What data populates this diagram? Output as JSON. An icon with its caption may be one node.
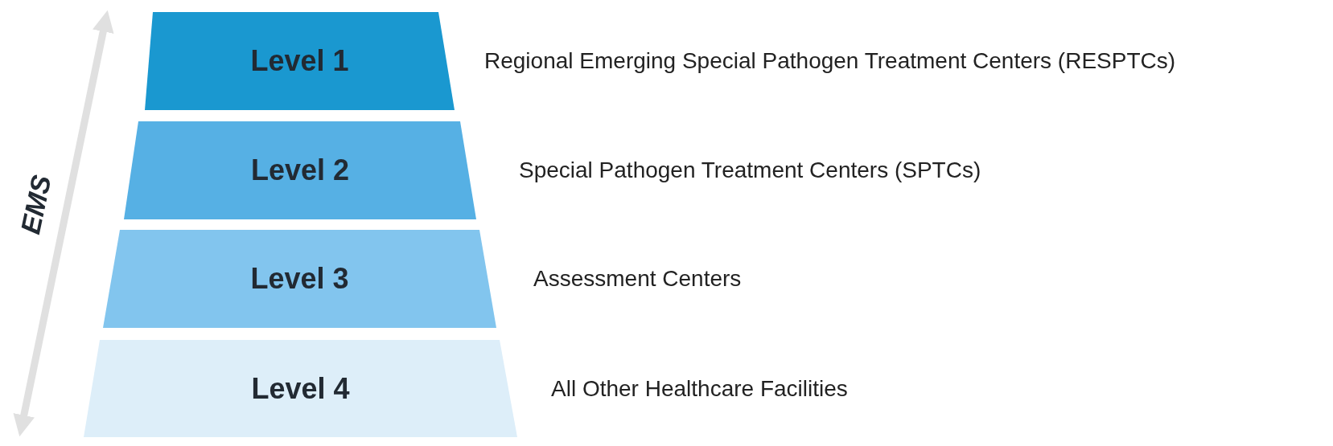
{
  "diagram": {
    "nodes": [
      {
        "text": [
          "Level 1"
        ],
        "beside": [
          "Regional Emerging Special Pathogen Treatment Centers (RESPTCs)"
        ]
      },
      {
        "text": [
          "Level 2"
        ],
        "beside": [
          "Special Pathogen Treatment Centers (SPTCs)"
        ]
      },
      {
        "text": [
          "Level 3"
        ],
        "beside": [
          "Assessment Centers"
        ]
      },
      {
        "text": [
          "Level 4"
        ],
        "beside": [
          "All Other Healthcare Facilities"
        ]
      }
    ],
    "labels": [
      "EMS"
    ]
  }
}
